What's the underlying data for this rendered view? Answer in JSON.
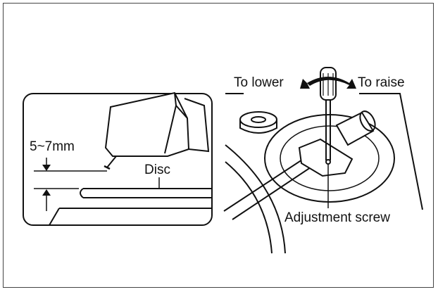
{
  "labels": {
    "height_range": "5~7mm",
    "disc": "Disc",
    "to_lower": "To lower",
    "to_raise": "To raise",
    "adjustment_screw": "Adjustment screw"
  },
  "colors": {
    "line": "#111111",
    "background": "#ffffff"
  }
}
